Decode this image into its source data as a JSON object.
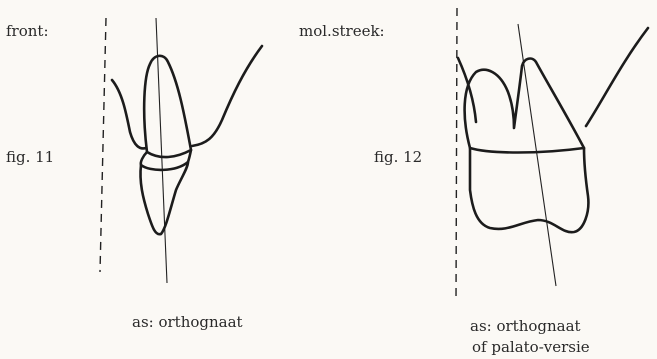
{
  "fig11": {
    "region_label": "front:",
    "figure_label": "fig. 11",
    "caption": "as: orthognaat"
  },
  "fig12": {
    "region_label": "mol.streek:",
    "figure_label": "fig. 12",
    "caption_line1": "as: orthognaat",
    "caption_line2": "of palato-versie"
  }
}
